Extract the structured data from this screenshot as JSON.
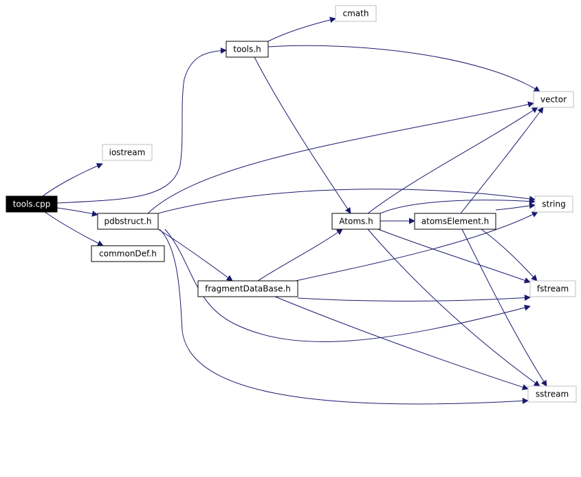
{
  "diagram": {
    "colors": {
      "edge": "#191970",
      "root_fill": "#000000",
      "root_text": "#ffffff",
      "node_border": "#000000",
      "external_border": "#bfbfbf",
      "node_text": "#000000",
      "background": "#ffffff"
    },
    "nodes": [
      {
        "id": "tools_cpp",
        "label": "tools.cpp",
        "kind": "root"
      },
      {
        "id": "tools_h",
        "label": "tools.h",
        "kind": "local"
      },
      {
        "id": "cmath",
        "label": "cmath",
        "kind": "external"
      },
      {
        "id": "vector",
        "label": "vector",
        "kind": "external"
      },
      {
        "id": "iostream",
        "label": "iostream",
        "kind": "external"
      },
      {
        "id": "pdbstruct_h",
        "label": "pdbstruct.h",
        "kind": "local"
      },
      {
        "id": "commondef_h",
        "label": "commonDef.h",
        "kind": "local"
      },
      {
        "id": "atoms_h",
        "label": "Atoms.h",
        "kind": "local"
      },
      {
        "id": "atomselement_h",
        "label": "atomsElement.h",
        "kind": "local"
      },
      {
        "id": "string",
        "label": "string",
        "kind": "external"
      },
      {
        "id": "fragmentdatabase_h",
        "label": "fragmentDataBase.h",
        "kind": "local"
      },
      {
        "id": "fstream",
        "label": "fstream",
        "kind": "external"
      },
      {
        "id": "sstream",
        "label": "sstream",
        "kind": "external"
      }
    ],
    "edges": [
      {
        "from": "tools_cpp",
        "to": "iostream"
      },
      {
        "from": "tools_cpp",
        "to": "tools_h"
      },
      {
        "from": "tools_cpp",
        "to": "pdbstruct_h"
      },
      {
        "from": "tools_cpp",
        "to": "commondef_h"
      },
      {
        "from": "tools_h",
        "to": "cmath"
      },
      {
        "from": "tools_h",
        "to": "vector"
      },
      {
        "from": "tools_h",
        "to": "atoms_h"
      },
      {
        "from": "pdbstruct_h",
        "to": "vector"
      },
      {
        "from": "pdbstruct_h",
        "to": "string"
      },
      {
        "from": "pdbstruct_h",
        "to": "fragmentdatabase_h"
      },
      {
        "from": "pdbstruct_h",
        "to": "fstream"
      },
      {
        "from": "pdbstruct_h",
        "to": "sstream"
      },
      {
        "from": "atoms_h",
        "to": "vector"
      },
      {
        "from": "atoms_h",
        "to": "string"
      },
      {
        "from": "atoms_h",
        "to": "atomselement_h"
      },
      {
        "from": "atoms_h",
        "to": "fstream"
      },
      {
        "from": "atoms_h",
        "to": "sstream"
      },
      {
        "from": "atomselement_h",
        "to": "vector"
      },
      {
        "from": "atomselement_h",
        "to": "string"
      },
      {
        "from": "atomselement_h",
        "to": "fstream"
      },
      {
        "from": "atomselement_h",
        "to": "sstream"
      },
      {
        "from": "fragmentdatabase_h",
        "to": "atoms_h"
      },
      {
        "from": "fragmentdatabase_h",
        "to": "string"
      },
      {
        "from": "fragmentdatabase_h",
        "to": "fstream"
      },
      {
        "from": "fragmentdatabase_h",
        "to": "sstream"
      }
    ]
  }
}
